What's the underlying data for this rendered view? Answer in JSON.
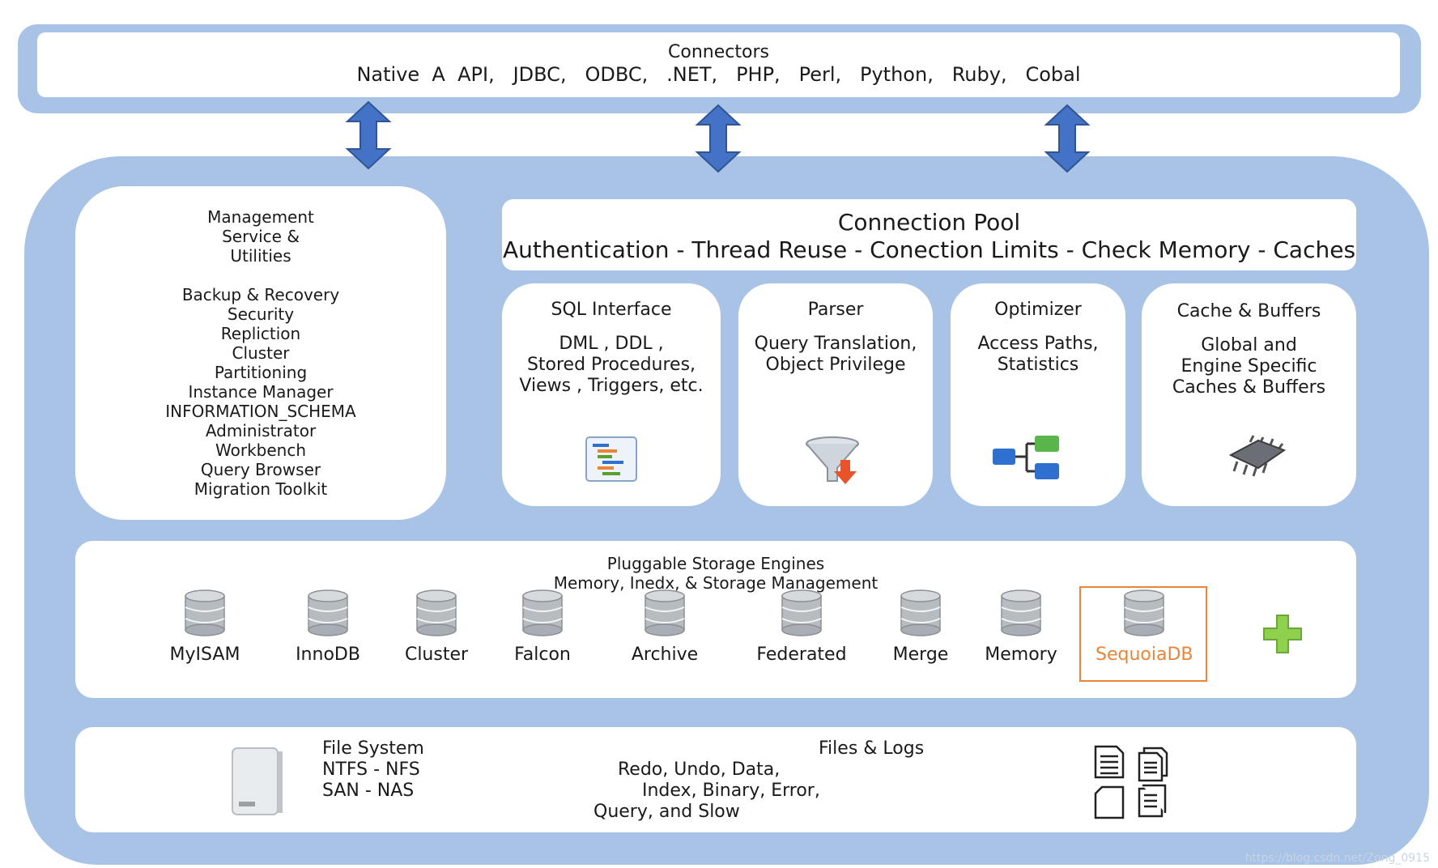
{
  "connectors": {
    "title": "Connectors",
    "list": "Native  A  API,   JDBC,   ODBC,   .NET,   PHP,   Perl,   Python,   Ruby,   Cobal"
  },
  "management": {
    "lines": [
      "Management",
      "Service &",
      "Utilities",
      "",
      "Backup & Recovery",
      "Security",
      "Repliction",
      "Cluster",
      "Partitioning",
      "Instance Manager",
      "INFORMATION_SCHEMA",
      "Administrator",
      "Workbench",
      "Query Browser",
      "Migration Toolkit"
    ]
  },
  "connection_pool": {
    "title": "Connection Pool",
    "subtitle": "Authentication - Thread Reuse - Conection Limits - Check Memory - Caches"
  },
  "sql_interface": {
    "title": "SQL Interface",
    "lines": [
      "DML , DDL ,",
      "Stored Procedures,",
      "Views , Triggers, etc."
    ]
  },
  "parser": {
    "title": "Parser",
    "lines": [
      "Query Translation,",
      "Object Privilege"
    ]
  },
  "optimizer": {
    "title": "Optimizer",
    "lines": [
      "Access Paths,",
      "Statistics"
    ]
  },
  "cache": {
    "title": "Cache & Buffers",
    "lines": [
      "Global and",
      "Engine Specific",
      "Caches & Buffers"
    ]
  },
  "storage": {
    "title": "Pluggable Storage Engines",
    "subtitle": "Memory, Inedx, & Storage Management",
    "engines": [
      "MyISAM",
      "InnoDB",
      "Cluster",
      "Falcon",
      "Archive",
      "Federated",
      "Merge",
      "Memory",
      "SequoiaDB"
    ]
  },
  "filesystem": {
    "lines": [
      "File System",
      "NTFS - NFS",
      "SAN - NAS"
    ]
  },
  "fileslogs": {
    "lines": [
      "Files &  Logs",
      "Redo, Undo, Data,",
      "Index, Binary, Error,",
      "Query, and Slow"
    ]
  },
  "watermark": "https://blog.csdn.net/Zong_0915",
  "colors": {
    "frame": "#a8c3e6",
    "arrow": "#4472c4",
    "highlight": "#e8853a",
    "plus": "#8fd14f"
  }
}
